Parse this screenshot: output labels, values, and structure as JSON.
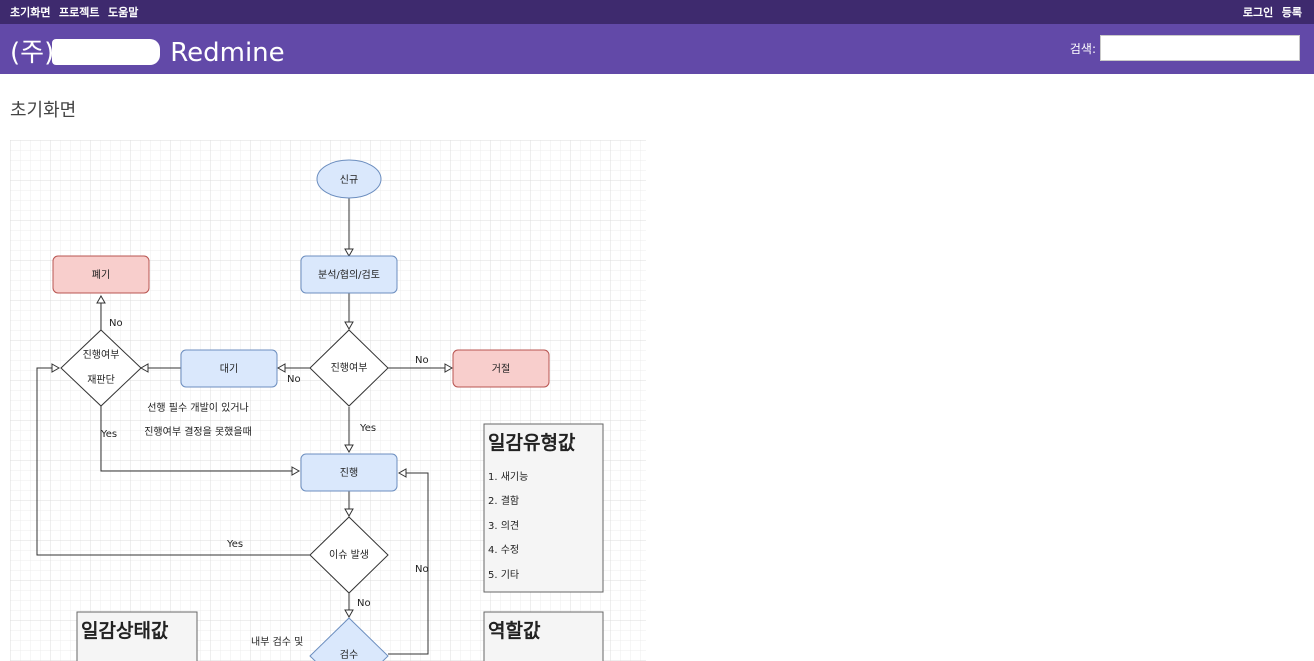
{
  "top_menu": {
    "left": [
      "초기화면",
      "프로젝트",
      "도움말"
    ],
    "right": [
      "로그인",
      "등록"
    ]
  },
  "header": {
    "title_prefix": "(주)",
    "title_suffix": "Redmine",
    "search_label": "검색:",
    "search_value": ""
  },
  "page": {
    "title": "초기화면"
  },
  "flowchart": {
    "nodes": {
      "start": "신규",
      "analysis": "분석/협의/검토",
      "discard": "폐기",
      "decision_main": "진행여부",
      "wait": "대기",
      "reject": "거절",
      "rejudge_line1": "진행여부",
      "rejudge_line2": "재판단",
      "progress": "진행",
      "issue": "이슈 발생",
      "review": "검수"
    },
    "edges": {
      "no_top": "No",
      "no_reject": "No",
      "no_wait": "No",
      "yes_rejudge": "Yes",
      "yes_main": "Yes",
      "yes_issue": "Yes",
      "no_issue": "No",
      "no_review": "No"
    },
    "notes": {
      "wait_note_line1": "선행 필수 개발이 있거나",
      "wait_note_line2": "진행여부 결정을 못했을때",
      "review_note_line1": "내부 검수 및"
    },
    "legend_type": {
      "title": "일감유형값",
      "items": [
        "1. 새기능",
        "2. 결함",
        "3. 의견",
        "4. 수정",
        "5. 기타"
      ]
    },
    "legend_status": {
      "title": "일감상태값"
    },
    "legend_role": {
      "title": "역할값"
    }
  },
  "colors": {
    "top_menu_bg": "#3e2a6e",
    "header_bg": "#6249a8",
    "blue_fill": "#dae8fc",
    "blue_stroke": "#6c8ebf",
    "red_fill": "#f8cecc",
    "red_stroke": "#b85450"
  }
}
